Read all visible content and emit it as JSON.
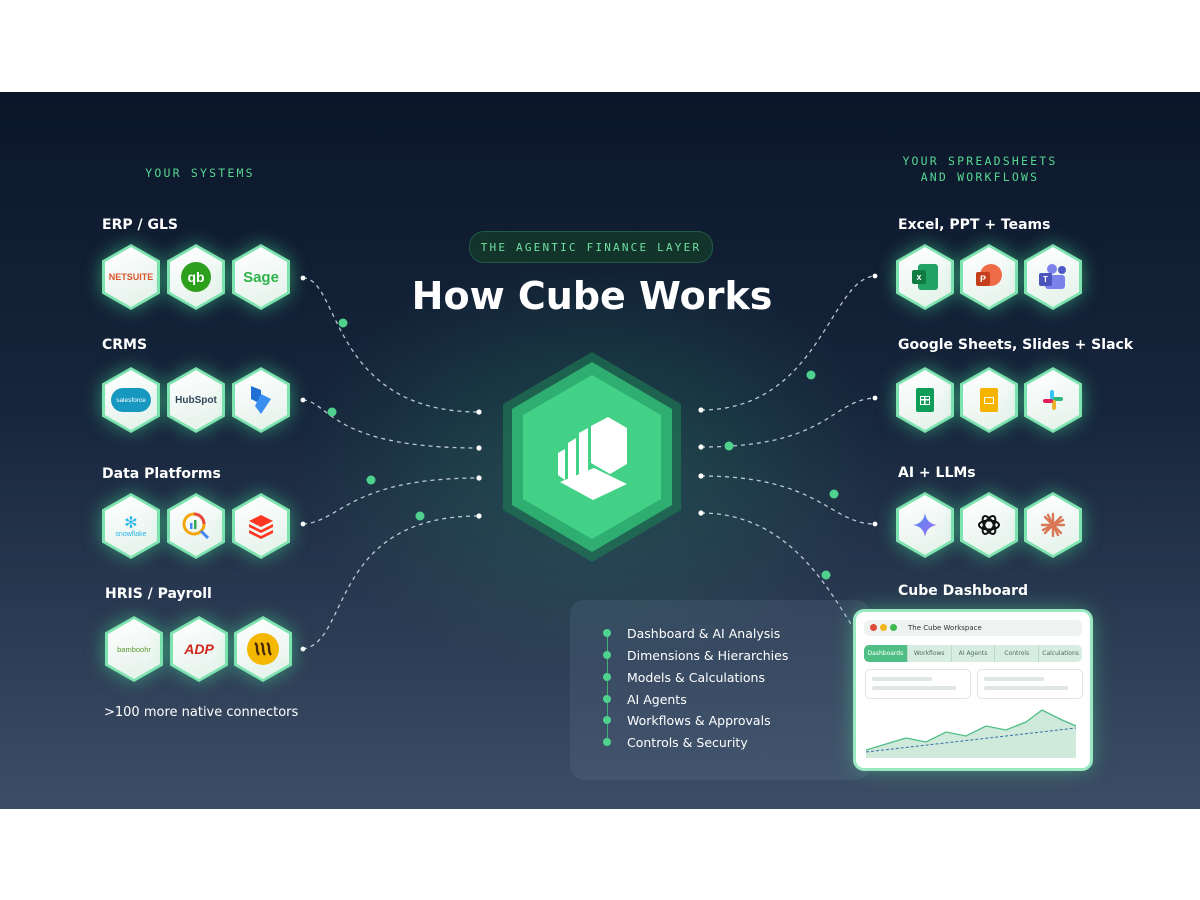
{
  "sections": {
    "left_heading": "YOUR SYSTEMS",
    "right_heading_line1": "YOUR SPREADSHEETS",
    "right_heading_line2": "AND WORKFLOWS"
  },
  "center": {
    "pill": "THE AGENTIC FINANCE LAYER",
    "title": "How Cube Works"
  },
  "left_groups": [
    {
      "label": "ERP / GLS",
      "logos": [
        "NETSUITE",
        "qb",
        "Sage"
      ]
    },
    {
      "label": "CRMS",
      "logos": [
        "salesforce",
        "HubSpot",
        "dynamics"
      ]
    },
    {
      "label": "Data Platforms",
      "logos": [
        "snowflake",
        "looker",
        "databricks"
      ]
    },
    {
      "label": "HRIS / Payroll",
      "logos": [
        "bamboohr",
        "ADP",
        "rippling"
      ]
    }
  ],
  "left_footer": ">100 more native connectors",
  "right_groups": [
    {
      "label": "Excel, PPT + Teams",
      "logos": [
        "excel",
        "powerpoint",
        "teams"
      ]
    },
    {
      "label": "Google Sheets, Slides + Slack",
      "logos": [
        "sheets",
        "slides",
        "slack"
      ]
    },
    {
      "label": "AI + LLMs",
      "logos": [
        "gemini",
        "openai",
        "claude"
      ]
    },
    {
      "label": "Cube Dashboard"
    }
  ],
  "features": [
    "Dashboard & AI Analysis",
    "Dimensions  & Hierarchies",
    "Models & Calculations",
    "AI Agents",
    "Workflows & Approvals",
    "Controls & Security"
  ],
  "dashboard": {
    "window_title": "The Cube Workspace",
    "tabs": [
      "Dashboards",
      "Workflows",
      "AI Agents",
      "Controls",
      "Calculations"
    ]
  },
  "colors": {
    "accent_green": "#4fd28d",
    "heading_green": "#57d693",
    "background_top": "#0b1629",
    "background_bottom": "#3c4d66"
  }
}
